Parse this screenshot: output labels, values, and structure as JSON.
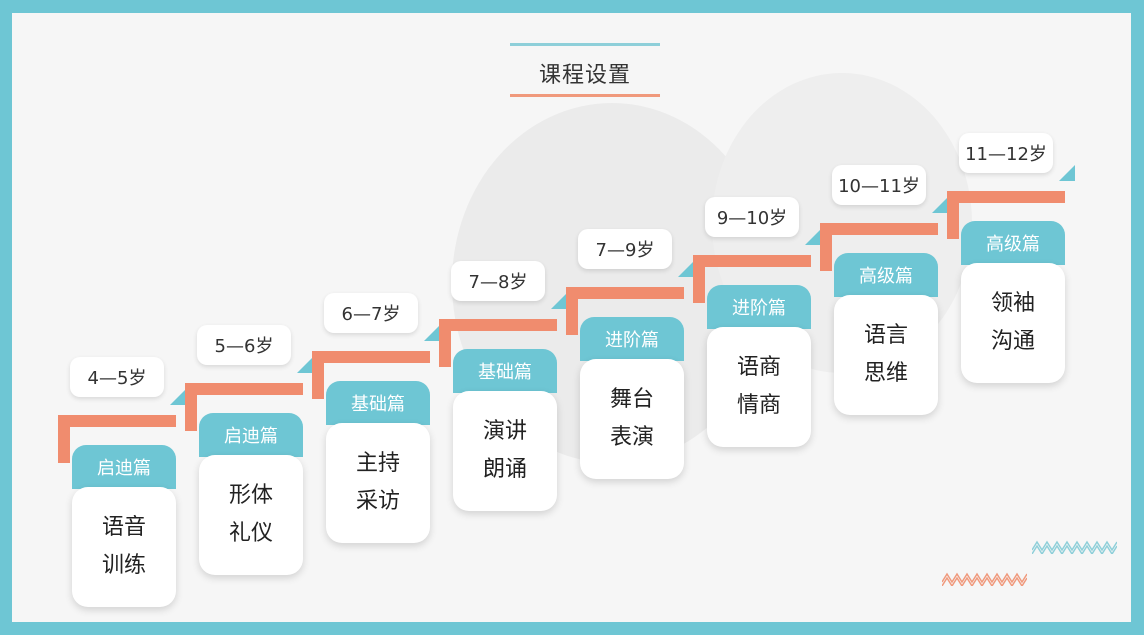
{
  "title": "课程设置",
  "colors": {
    "accent": "#6ec6d4",
    "step": "#f08c6e",
    "frame": "#6ec6d4"
  },
  "stages": [
    {
      "age": "4—5岁",
      "level": "启迪篇",
      "course": [
        "语音",
        "训练"
      ]
    },
    {
      "age": "5—6岁",
      "level": "启迪篇",
      "course": [
        "形体",
        "礼仪"
      ]
    },
    {
      "age": "6—7岁",
      "level": "基础篇",
      "course": [
        "主持",
        "采访"
      ]
    },
    {
      "age": "7—8岁",
      "level": "基础篇",
      "course": [
        "演讲",
        "朗诵"
      ]
    },
    {
      "age": "7—9岁",
      "level": "进阶篇",
      "course": [
        "舞台",
        "表演"
      ]
    },
    {
      "age": "9—10岁",
      "level": "进阶篇",
      "course": [
        "语商",
        "情商"
      ]
    },
    {
      "age": "10—11岁",
      "level": "高级篇",
      "course": [
        "语言",
        "思维"
      ]
    },
    {
      "age": "11—12岁",
      "level": "高级篇",
      "course": [
        "领袖",
        "沟通"
      ]
    }
  ]
}
